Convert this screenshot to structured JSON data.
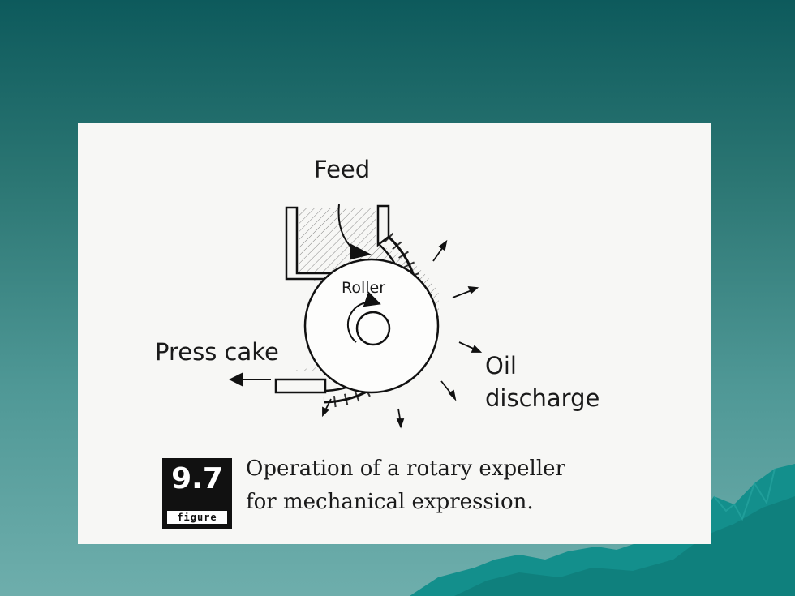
{
  "diagram": {
    "labels": {
      "feed": "Feed",
      "roller": "Roller",
      "press_cake": "Press cake",
      "oil_line1": "Oil",
      "oil_line2": "discharge"
    }
  },
  "figure": {
    "number": "9.7",
    "tag": "figure",
    "caption_line1": "Operation of a rotary expeller",
    "caption_line2": "for mechanical expression."
  },
  "colors": {
    "background_top": "#0d5a5c",
    "background_bottom": "#6eaeac",
    "mountain": "#138f8c",
    "panel": "#f7f7f5",
    "ink": "#1a1a1a"
  }
}
